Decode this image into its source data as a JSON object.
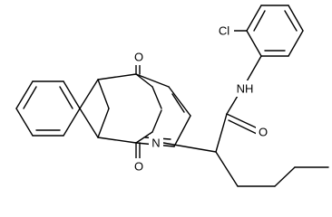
{
  "atoms": {
    "chlorine": "Cl",
    "amide_nitrogen": "NH",
    "carbonyl_oxygen_top": "O",
    "imide_nitrogen": "N",
    "carbonyl_oxygen_bottom": "O",
    "amide_oxygen": "O"
  },
  "colors": {
    "bond": "#000000",
    "label": "#000000",
    "background": "#ffffff"
  }
}
